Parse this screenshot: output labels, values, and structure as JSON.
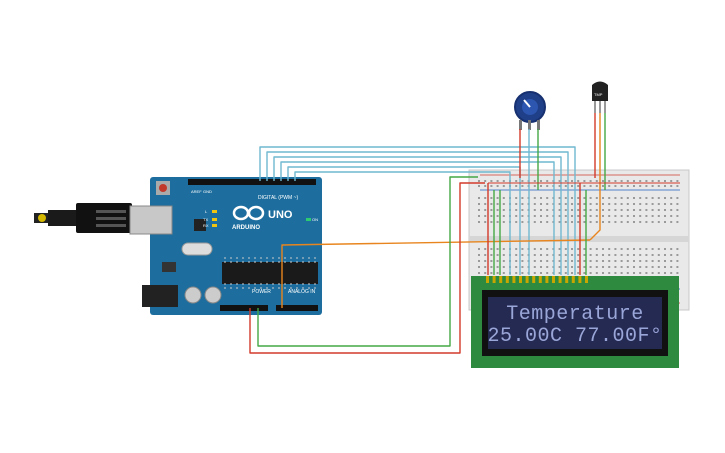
{
  "arduino": {
    "brand": "ARDUINO",
    "model": "UNO",
    "digital_label": "DIGITAL (PWM ~)",
    "power_label": "POWER",
    "analog_label": "ANALOG IN",
    "on_label": "ON",
    "tx_label": "TX",
    "rx_label": "RX",
    "l_label": "L",
    "aref_label": "AREF",
    "gnd_label": "GND"
  },
  "sensor": {
    "label": "TMP"
  },
  "lcd": {
    "line1": "Temperature",
    "line2": "25.00C  77.00F°"
  },
  "colors": {
    "board": "#1d6e9e",
    "breadboard": "#e9e9e9",
    "lcd_frame": "#2e8a3e",
    "lcd_screen": "#252a52",
    "wire_cyan": "#6fb8d0",
    "wire_red": "#d23a2a",
    "wire_green": "#44a845",
    "wire_orange": "#e8851e"
  }
}
